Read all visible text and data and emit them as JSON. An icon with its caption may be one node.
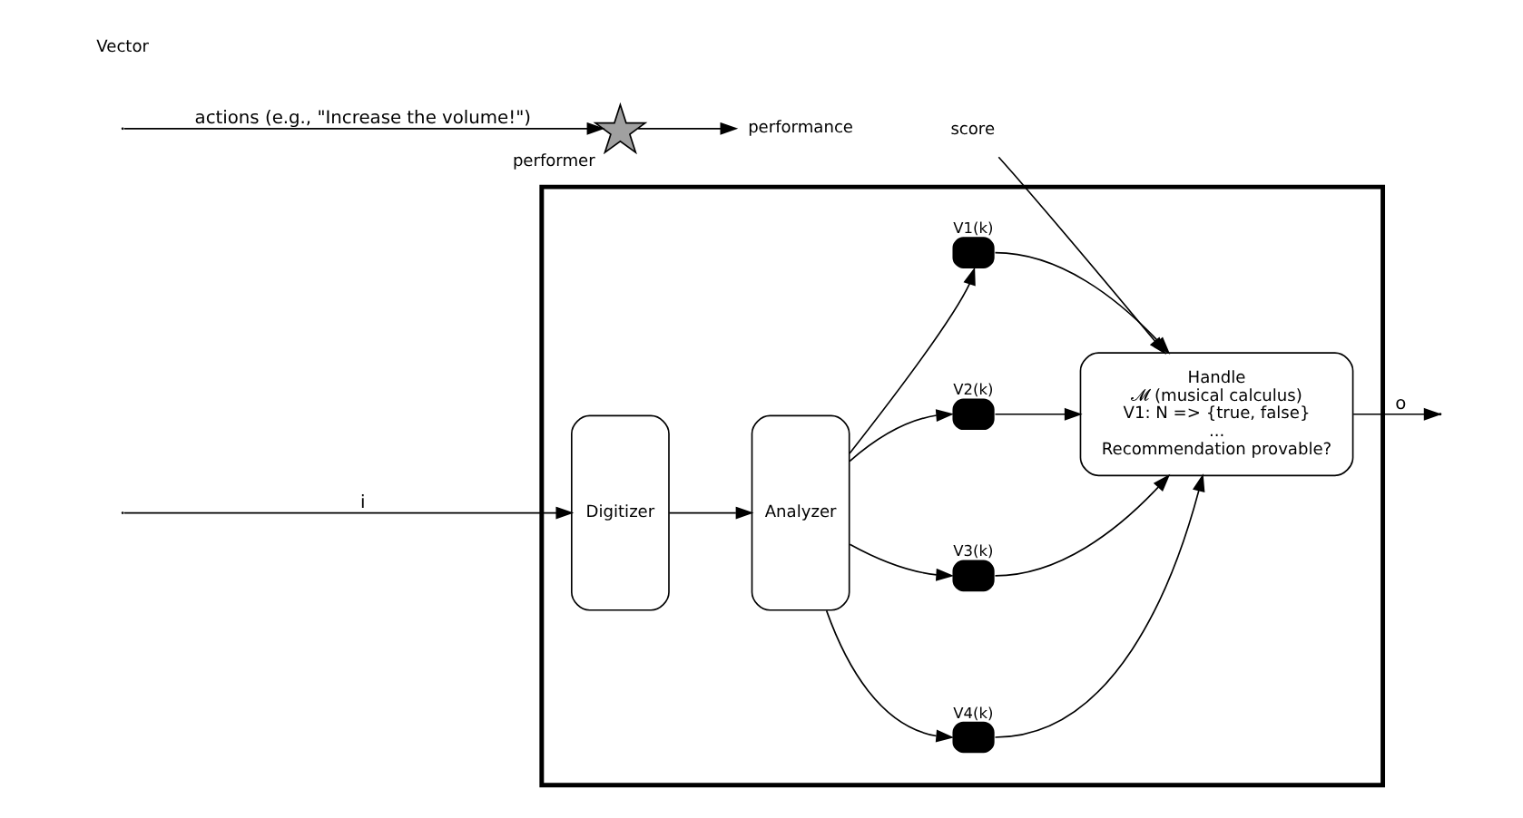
{
  "diagram": {
    "nodes": [
      {
        "text": [],
        "shape": "box"
      },
      {
        "text": [
          "performer"
        ]
      },
      {
        "text": [
          "performance"
        ]
      },
      {
        "text": [
          "score"
        ]
      },
      {
        "text": [
          "Digitizer"
        ],
        "in": 0
      },
      {
        "text": [
          "Analyzer"
        ],
        "in": 0
      },
      {
        "text": [
          "V1(k)"
        ],
        "in": 0
      },
      {
        "text": [
          "V2(k)"
        ],
        "in": 0
      },
      {
        "text": [
          "V3(k)"
        ],
        "in": 0
      },
      {
        "text": [
          "V4(k)"
        ],
        "in": 0
      },
      {
        "text": [
          "Handle",
          "𝓜 (musical calculus)",
          "V1: N => {true, false}",
          "...",
          "Recommendation provable?"
        ],
        "in": 0
      }
    ],
    "edges": [
      {
        "from": 1,
        "to": 2,
        "arrow": "to"
      },
      {
        "from": null,
        "to": 4,
        "arrow": "to",
        "label": "i"
      },
      {
        "from": 4,
        "to": 5,
        "arrow": "to"
      },
      {
        "from": 5,
        "to": 6,
        "arrow": "to"
      },
      {
        "from": 5,
        "to": 7,
        "arrow": "to"
      },
      {
        "from": 5,
        "to": 8,
        "arrow": "to"
      },
      {
        "from": 5,
        "to": 9,
        "arrow": "to"
      },
      {
        "from": 6,
        "to": 10,
        "arrow": "to"
      },
      {
        "from": 7,
        "to": 10,
        "arrow": "to"
      },
      {
        "from": 8,
        "to": 10,
        "arrow": "to"
      },
      {
        "from": 9,
        "to": 10,
        "arrow": "to"
      },
      {
        "from": 3,
        "to": 10,
        "arrow": "to"
      },
      {
        "from": 10,
        "to": null,
        "arrow": "to",
        "label": "o"
      },
      {
        "from": null,
        "to": 1,
        "arrow": "to",
        "label": "actions (e.g., \"Increase the volume!\")"
      }
    ],
    "labels": [
      "Vector"
    ]
  }
}
